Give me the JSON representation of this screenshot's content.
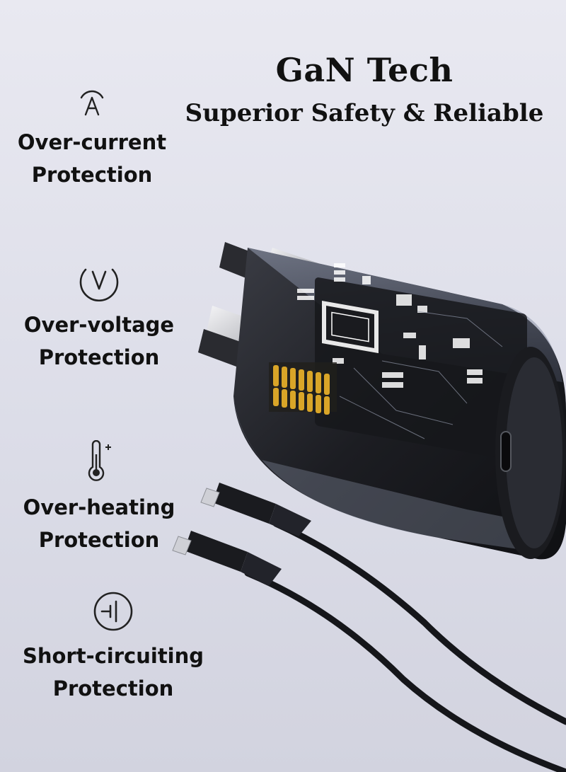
{
  "header": {
    "title": "GaN Tech",
    "subtitle": "Superior Safety & Reliable"
  },
  "features": [
    {
      "icon": "ampere-icon",
      "line1": "Over-current",
      "line2": "Protection"
    },
    {
      "icon": "voltage-icon",
      "line1": "Over-voltage",
      "line2": "Protection"
    },
    {
      "icon": "thermometer-icon",
      "line1": "Over-heating",
      "line2": "Protection"
    },
    {
      "icon": "short-circuit-icon",
      "line1": "Short-circuiting",
      "line2": "Protection"
    }
  ],
  "colors": {
    "background": "#e2e3ec",
    "text": "#111111",
    "charger_body": "#1c1d22",
    "cable": "#15161a",
    "pins": "#d9a528"
  }
}
